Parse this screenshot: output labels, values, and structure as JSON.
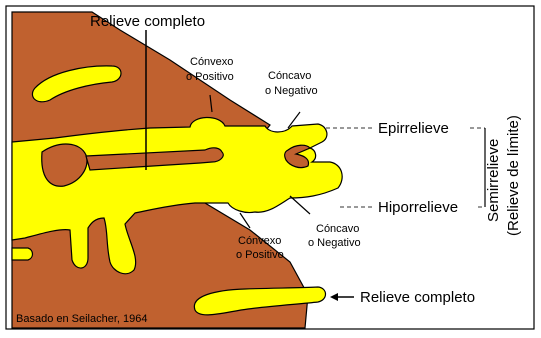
{
  "labels": {
    "relieve_completo_top": "Relieve completo",
    "convexo_top_1": "Cónvexo",
    "convexo_top_2": "o Positivo",
    "concavo_top_1": "Cóncavo",
    "concavo_top_2": "o Negativo",
    "epirrelieve": "Epirrelieve",
    "hiporrelieve": "Hiporrelieve",
    "semirrelieve_1": "Semirrelieve",
    "semirrelieve_2": "(Relieve de límite)",
    "concavo_bottom_1": "Cóncavo",
    "concavo_bottom_2": "o Negativo",
    "convexo_bottom_1": "Cónvexo",
    "convexo_bottom_2": "o Positivo",
    "relieve_completo_bottom": "Relieve completo",
    "credit": "Basado en Seilacher, 1964"
  },
  "colors": {
    "sediment": "#c0612f",
    "trace": "#ffff00",
    "outline": "#000000",
    "background": "#ffffff"
  }
}
